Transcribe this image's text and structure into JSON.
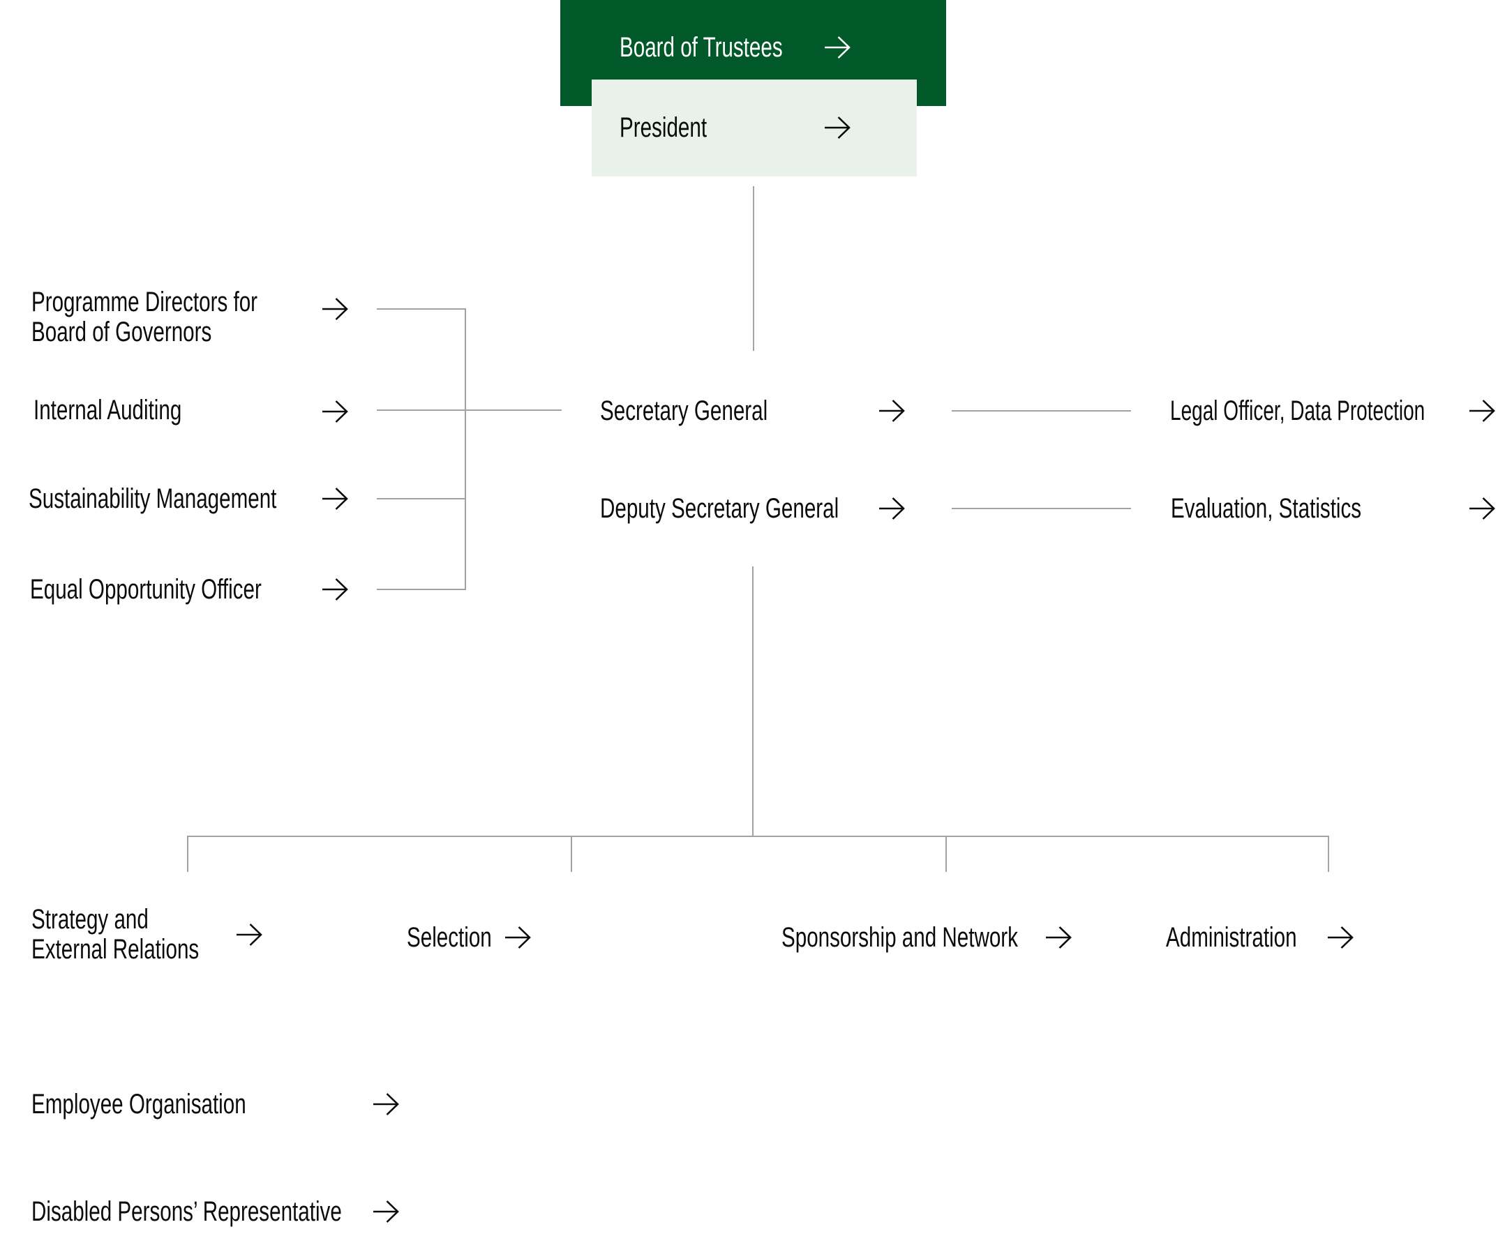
{
  "palette": {
    "brand_green": "#015829",
    "light_green": "#E8F1EA",
    "connector_gray": "#A2A2A2",
    "text_black": "#0B0B0B",
    "background": "#FFFFFF"
  },
  "org_chart": {
    "type": "org-chart",
    "edges": [
      {
        "from": "Board of Trustees",
        "to": "President"
      },
      {
        "from": "President",
        "to": "Secretary General"
      },
      {
        "from": "Secretary General",
        "to": "Programme Directors for Board of Governors"
      },
      {
        "from": "Secretary General",
        "to": "Internal Auditing"
      },
      {
        "from": "Secretary General",
        "to": "Sustainability Management"
      },
      {
        "from": "Secretary General",
        "to": "Equal Opportunity Officer"
      },
      {
        "from": "Secretary General",
        "to": "Legal Officer, Data Protection"
      },
      {
        "from": "Deputy Secretary General",
        "to": "Evaluation, Statistics"
      },
      {
        "from": "Deputy Secretary General",
        "to": "Strategy and External Relations"
      },
      {
        "from": "Deputy Secretary General",
        "to": "Selection"
      },
      {
        "from": "Deputy Secretary General",
        "to": "Sponsorship and Network"
      },
      {
        "from": "Deputy Secretary General",
        "to": "Administration"
      }
    ]
  },
  "nodes": {
    "board": "Board of Trustees",
    "president": "President",
    "programme_directors": {
      "line1": "Programme Directors for",
      "line2": "Board of Governors"
    },
    "internal_auditing": "Internal Auditing",
    "sustainability_management": "Sustainability Management",
    "equal_opportunity_officer": "Equal Opportunity Officer",
    "secretary_general": "Secretary General",
    "deputy_secretary_general": "Deputy Secretary General",
    "legal_officer_data_protection": "Legal Officer, Data Protection",
    "evaluation_statistics": "Evaluation, Statistics",
    "strategy_and_external_relations": {
      "line1": "Strategy and",
      "line2": "External Relations"
    },
    "selection": "Selection",
    "sponsorship_and_network": "Sponsorship and Network",
    "administration": "Administration",
    "employee_organisation": "Employee Organisation",
    "disabled_persons_representative": "Disabled Persons’ Representative"
  }
}
